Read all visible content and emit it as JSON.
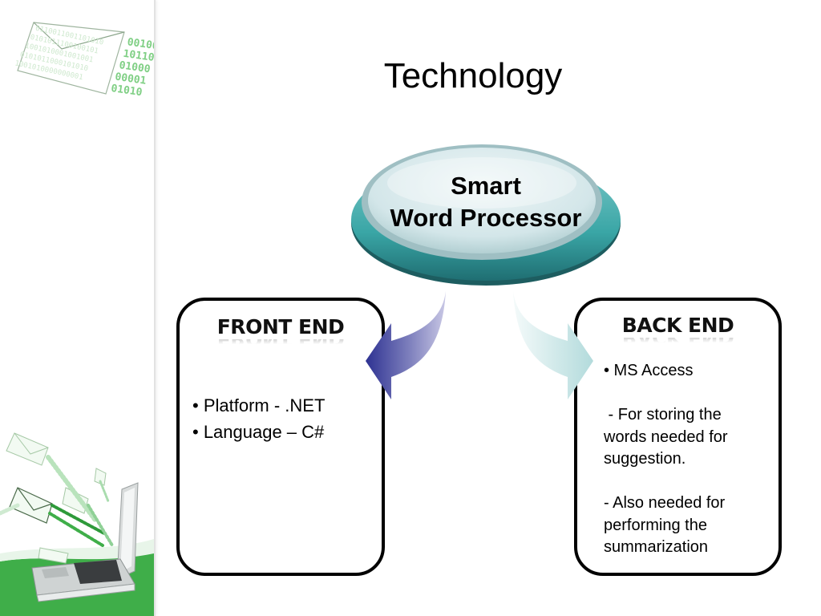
{
  "slide": {
    "title": "Technology",
    "hub": {
      "line1": "Smart",
      "line2": "Word Processor",
      "color_rim": "#3aa6a6",
      "color_top": "#dcecef"
    },
    "arrows": {
      "left_color": "#3a3f9e",
      "right_color": "#b9dfe0"
    },
    "front_end": {
      "heading": "FRONT END",
      "items": [
        "• Platform - .NET",
        "• Language – C#"
      ]
    },
    "back_end": {
      "heading": "BACK END",
      "lines": [
        "• MS Access",
        "",
        " - For storing the",
        "words needed for",
        "suggestion.",
        "",
        "- Also needed for",
        "performing the",
        "summarization"
      ]
    },
    "decor": {
      "top_binary": [
        "00100",
        "10110",
        "01000",
        "00001",
        "01010"
      ],
      "accent_green": "#3fae49"
    }
  }
}
